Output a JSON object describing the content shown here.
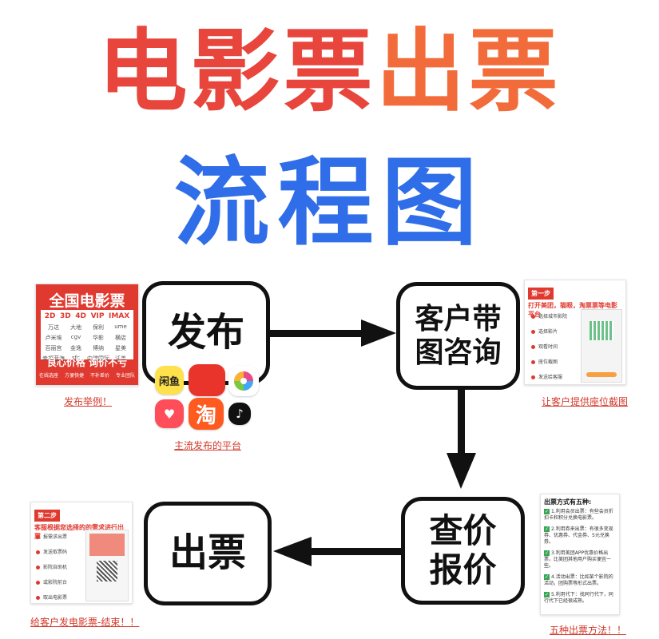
{
  "title": {
    "part1": "电影票",
    "part2": "出票",
    "line2": "流程图"
  },
  "colors": {
    "title_red": "#e8453c",
    "title_orange": "#f26b3a",
    "title_blue": "#2f6ee8",
    "arrow": "#111111",
    "caption_red": "#d33a2c"
  },
  "nodes": {
    "publish": "发布",
    "consult_line1": "客户带",
    "consult_line2": "图咨询",
    "quote_line1": "查价",
    "quote_line2": "报价",
    "issue": "出票"
  },
  "captions": {
    "publish_example": "发布举例！",
    "platforms": "主流发布的平台",
    "seat_screenshot": "让客户提供座位截图",
    "send_ticket": "给客户发电影票-结束！！",
    "five_methods": "五种出票方法！！"
  },
  "poster": {
    "header": "全国电影票",
    "formats": [
      "2D",
      "3D",
      "4D",
      "VIP",
      "IMAX"
    ],
    "chains": [
      "万达",
      "大地",
      "保利",
      "ume",
      "卢米埃",
      "cgv",
      "华影",
      "横店",
      "百丽宫",
      "金逸",
      "博纳",
      "星美",
      "幸福蓝海",
      "sfc",
      "中瑞国际",
      "沃美"
    ],
    "footer": "良心价格  询价不亏",
    "tags": [
      "在线选座",
      "方便快捷",
      "不补差价",
      "专业团队"
    ]
  },
  "apps": {
    "xianyu": "闲鱼",
    "taobao": "淘"
  },
  "step1": {
    "badge": "第一步",
    "title": "打开美团，猫眼，淘票票等电影平台",
    "items": [
      "选择城市影院",
      "选择影片",
      "观看时间",
      "座位截图",
      "发送给客服"
    ]
  },
  "step2": {
    "badge": "第二步",
    "title": "客服根据您选择的的需求进行出票",
    "items": [
      "报需求出票",
      "发送取票码",
      "影院自助机",
      "或影院前台",
      "取出电影票"
    ]
  },
  "methods": {
    "title": "出票方式有五种:",
    "items": [
      "1.利用会员出票：有些会员折扣卡和积分兑换电影票。",
      "2.利用券来出票：有很多变现券、优惠券、代金券、5元兑换券。",
      "3.利用美团APP优惠价格出票，比美团其他用户购买便宜一些。",
      "4.活动出票：比如某个影院的活动，团购票等形式出票。",
      "5.利用代下：找同行代下，同行代下已经很成熟。"
    ]
  }
}
